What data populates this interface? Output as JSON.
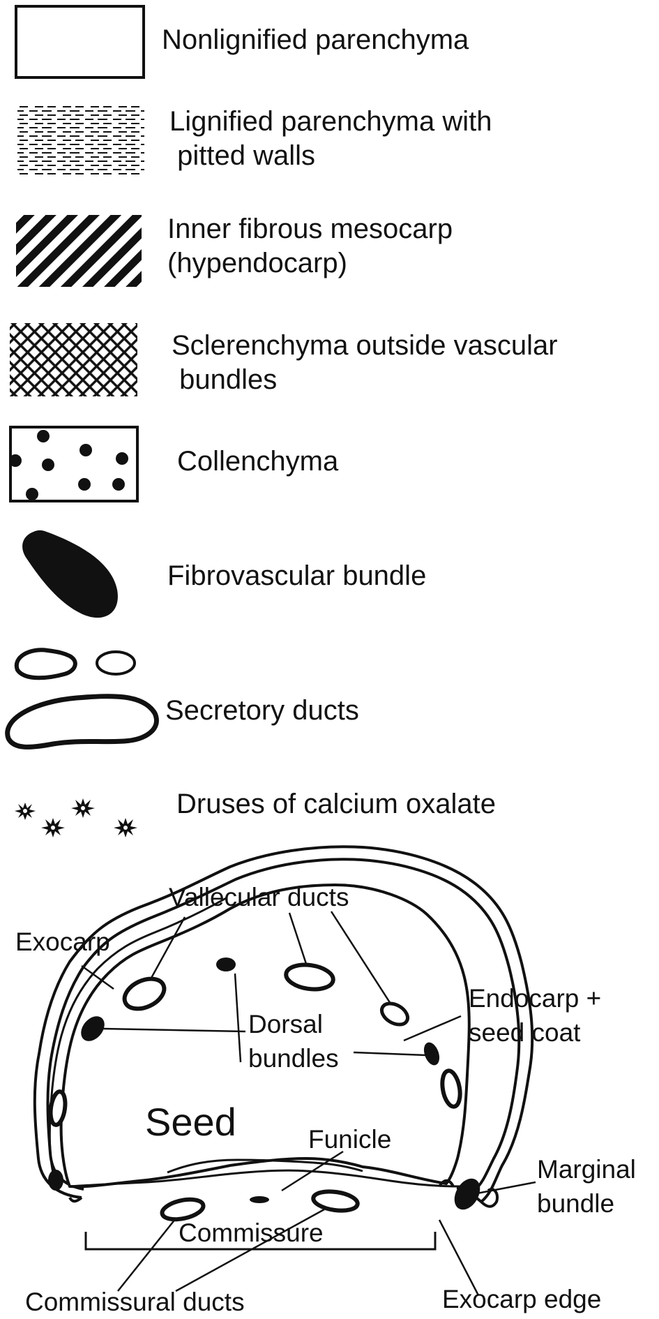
{
  "legend": [
    {
      "key": "nonlignified",
      "label_lines": [
        "Nonlignified parenchyma"
      ]
    },
    {
      "key": "lignified",
      "label_lines": [
        "Lignified parenchyma with",
        " pitted walls"
      ]
    },
    {
      "key": "fibrous",
      "label_lines": [
        "Inner fibrous mesocarp",
        "(hypendocarp)"
      ]
    },
    {
      "key": "sclerenchyma",
      "label_lines": [
        "Sclerenchyma outside vascular",
        " bundles"
      ]
    },
    {
      "key": "collenchyma",
      "label_lines": [
        "Collenchyma"
      ]
    },
    {
      "key": "fibrovascular",
      "label_lines": [
        "Fibrovascular bundle"
      ]
    },
    {
      "key": "ducts",
      "label_lines": [
        "Secretory ducts"
      ]
    },
    {
      "key": "druses",
      "label_lines": [
        "Druses of calcium oxalate"
      ]
    }
  ],
  "diagram_labels": {
    "vallecular": "Vallecular ducts",
    "exocarp": "Exocarp",
    "endocarp": [
      "Endocarp +",
      "seed coat"
    ],
    "dorsal": [
      "Dorsal",
      "bundles"
    ],
    "seed": "Seed",
    "funicle": "Funicle",
    "marginal": [
      "Marginal",
      "bundle"
    ],
    "commissure": "Commissure",
    "commissural": "Commissural ducts",
    "exocarp_edge": "Exocarp edge"
  },
  "colors": {
    "ink": "#111111",
    "paper": "#ffffff"
  }
}
